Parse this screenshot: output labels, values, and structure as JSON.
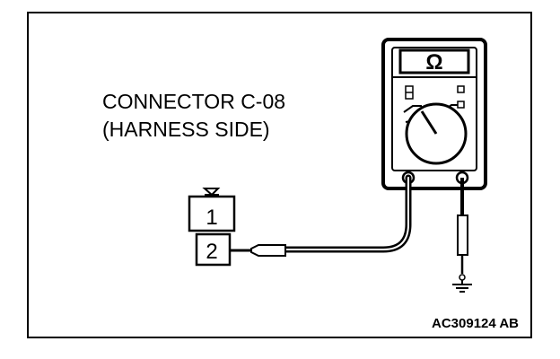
{
  "connector": {
    "title_line1": "CONNECTOR C-08",
    "title_line2": "(HARNESS SIDE)",
    "pin1": "1",
    "pin2": "2"
  },
  "meter": {
    "symbol": "Ω",
    "icon": "ohmmeter-icon"
  },
  "figure_id": "AC309124 AB",
  "ground_icon": "ground-symbol-icon"
}
